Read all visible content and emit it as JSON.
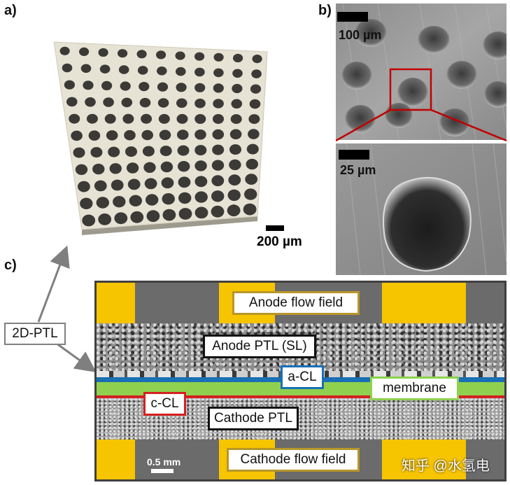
{
  "panels": {
    "a": {
      "letter": "a)",
      "scale": "200 µm"
    },
    "b": {
      "letter": "b)",
      "scale_top": "100 µm",
      "scale_bottom": "25 µm"
    },
    "c": {
      "letter": "c)",
      "scale": "0.5 mm"
    }
  },
  "callout": {
    "label": "2D-PTL"
  },
  "layers": {
    "anode_ff": "Anode flow field",
    "anode_ptl": "Anode PTL (SL)",
    "a_cl": "a-CL",
    "membrane": "membrane",
    "c_cl": "c-CL",
    "cathode_ptl": "Cathode PTL",
    "cathode_ff": "Cathode flow field"
  },
  "watermark": "知乎 @水氢电",
  "colors": {
    "flow_field_gold": "#f7c400",
    "flow_field_gray": "#6b6b6b",
    "membrane_green": "#8fd14f",
    "a_cl_blue": "#1a6fb5",
    "c_cl_red": "#d42020",
    "label_gold_border": "#b8962a",
    "label_green_border": "#8fd14f",
    "label_blue_border": "#1a6fb5",
    "label_red_border": "#d42020",
    "callout_gray": "#7f7f7f"
  }
}
